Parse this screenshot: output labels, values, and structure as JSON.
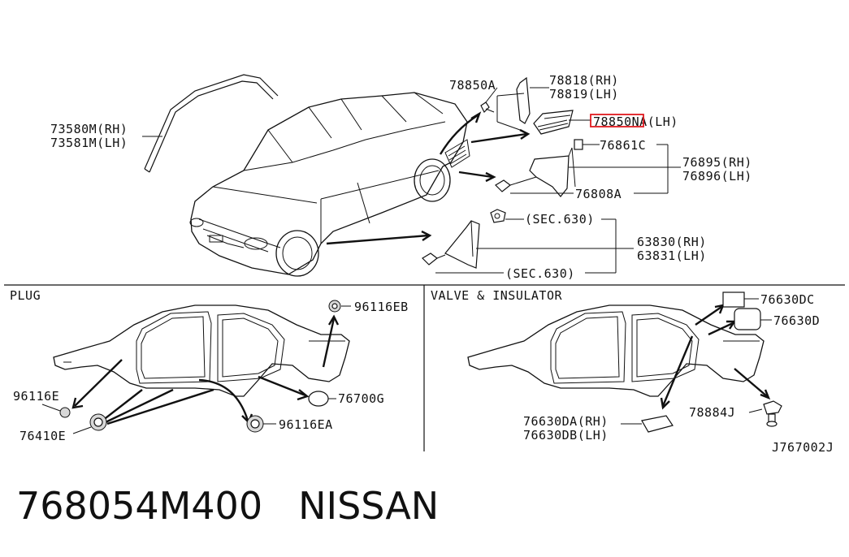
{
  "labels": {
    "top": [
      {
        "id": "p73580",
        "text": "73580M(RH)"
      },
      {
        "id": "p73581",
        "text": "73581M(LH)"
      },
      {
        "id": "p78850a",
        "text": "78850A"
      },
      {
        "id": "p78818",
        "text": "78818(RH)"
      },
      {
        "id": "p78819",
        "text": "78819(LH)"
      },
      {
        "id": "p78850na",
        "text": "78850NA(LH)"
      },
      {
        "id": "p76861",
        "text": "76861C"
      },
      {
        "id": "p76895",
        "text": "76895(RH)"
      },
      {
        "id": "p76896",
        "text": "76896(LH)"
      },
      {
        "id": "p76808",
        "text": "76808A"
      },
      {
        "id": "psec630a",
        "text": "(SEC.630)"
      },
      {
        "id": "p63830",
        "text": "63830(RH)"
      },
      {
        "id": "p63831",
        "text": "63831(LH)"
      },
      {
        "id": "psec630b",
        "text": "(SEC.630)"
      }
    ],
    "plug": [
      {
        "id": "p96116eb",
        "text": "96116EB"
      },
      {
        "id": "p96116e",
        "text": "96116E"
      },
      {
        "id": "p76700g",
        "text": "76700G"
      },
      {
        "id": "p76410e",
        "text": "76410E"
      },
      {
        "id": "p96116ea",
        "text": "96116EA"
      }
    ],
    "valve": [
      {
        "id": "p76630dc",
        "text": "76630DC"
      },
      {
        "id": "p76630d",
        "text": "76630D"
      },
      {
        "id": "p78884j",
        "text": "78884J"
      },
      {
        "id": "p76630da",
        "text": "76630DA(RH)"
      },
      {
        "id": "p76630db",
        "text": "76630DB(LH)"
      }
    ]
  },
  "sections": {
    "plug_title": "PLUG",
    "valve_title": "VALVE & INSULATOR"
  },
  "diagram_code": "J767002J",
  "caption": {
    "part_number": "768054M400",
    "brand": "NISSAN"
  },
  "colors": {
    "highlight": "#e0191f",
    "ink": "#111111"
  }
}
